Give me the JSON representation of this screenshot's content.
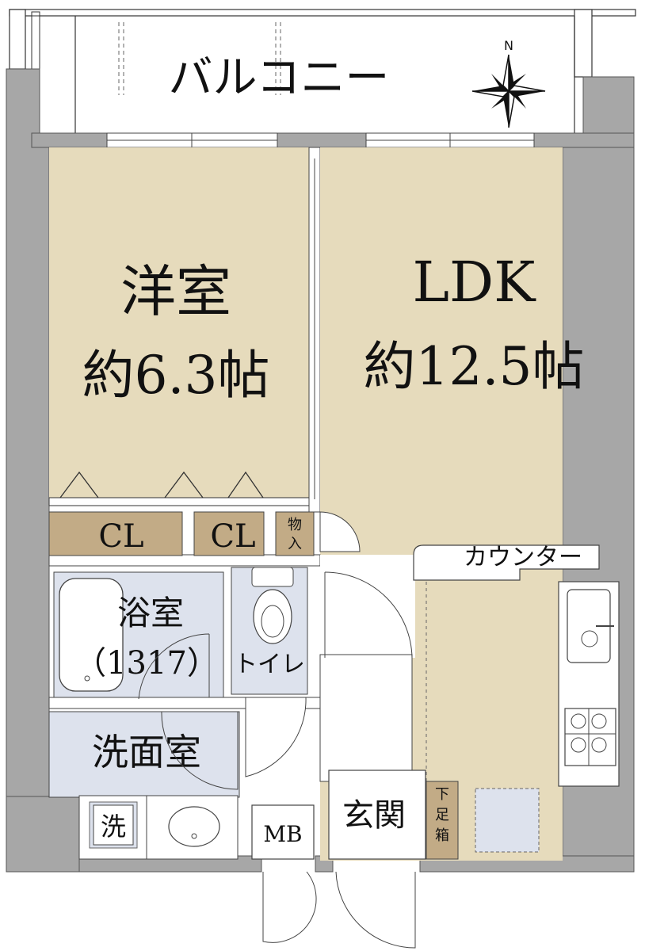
{
  "colors": {
    "wall": "#a7a7a7",
    "room_floor": "#e6dbbc",
    "closet": "#c2ab86",
    "wet_area": "#dde2ed",
    "balcony": "#ffffff"
  },
  "compass": {
    "north_label": "N",
    "icon": "compass-rose-icon"
  },
  "rooms": {
    "balcony": {
      "label": "バルコニー"
    },
    "western_room": {
      "name": "洋室",
      "size": "約6.3帖"
    },
    "ldk": {
      "name": "LDK",
      "size": "約12.5帖"
    },
    "closet_1": {
      "label": "CL"
    },
    "closet_2": {
      "label": "CL"
    },
    "storage": {
      "label_1": "物",
      "label_2": "入"
    },
    "counter": {
      "label": "カウンター"
    },
    "bath": {
      "name": "浴室",
      "size": "（1317）"
    },
    "toilet": {
      "label": "トイレ"
    },
    "washroom": {
      "label": "洗面室"
    },
    "washer": {
      "label": "洗"
    },
    "mb": {
      "label": "MB"
    },
    "entrance": {
      "label": "玄関"
    },
    "shoe_box": {
      "label_1": "下",
      "label_2": "足",
      "label_3": "箱"
    }
  }
}
